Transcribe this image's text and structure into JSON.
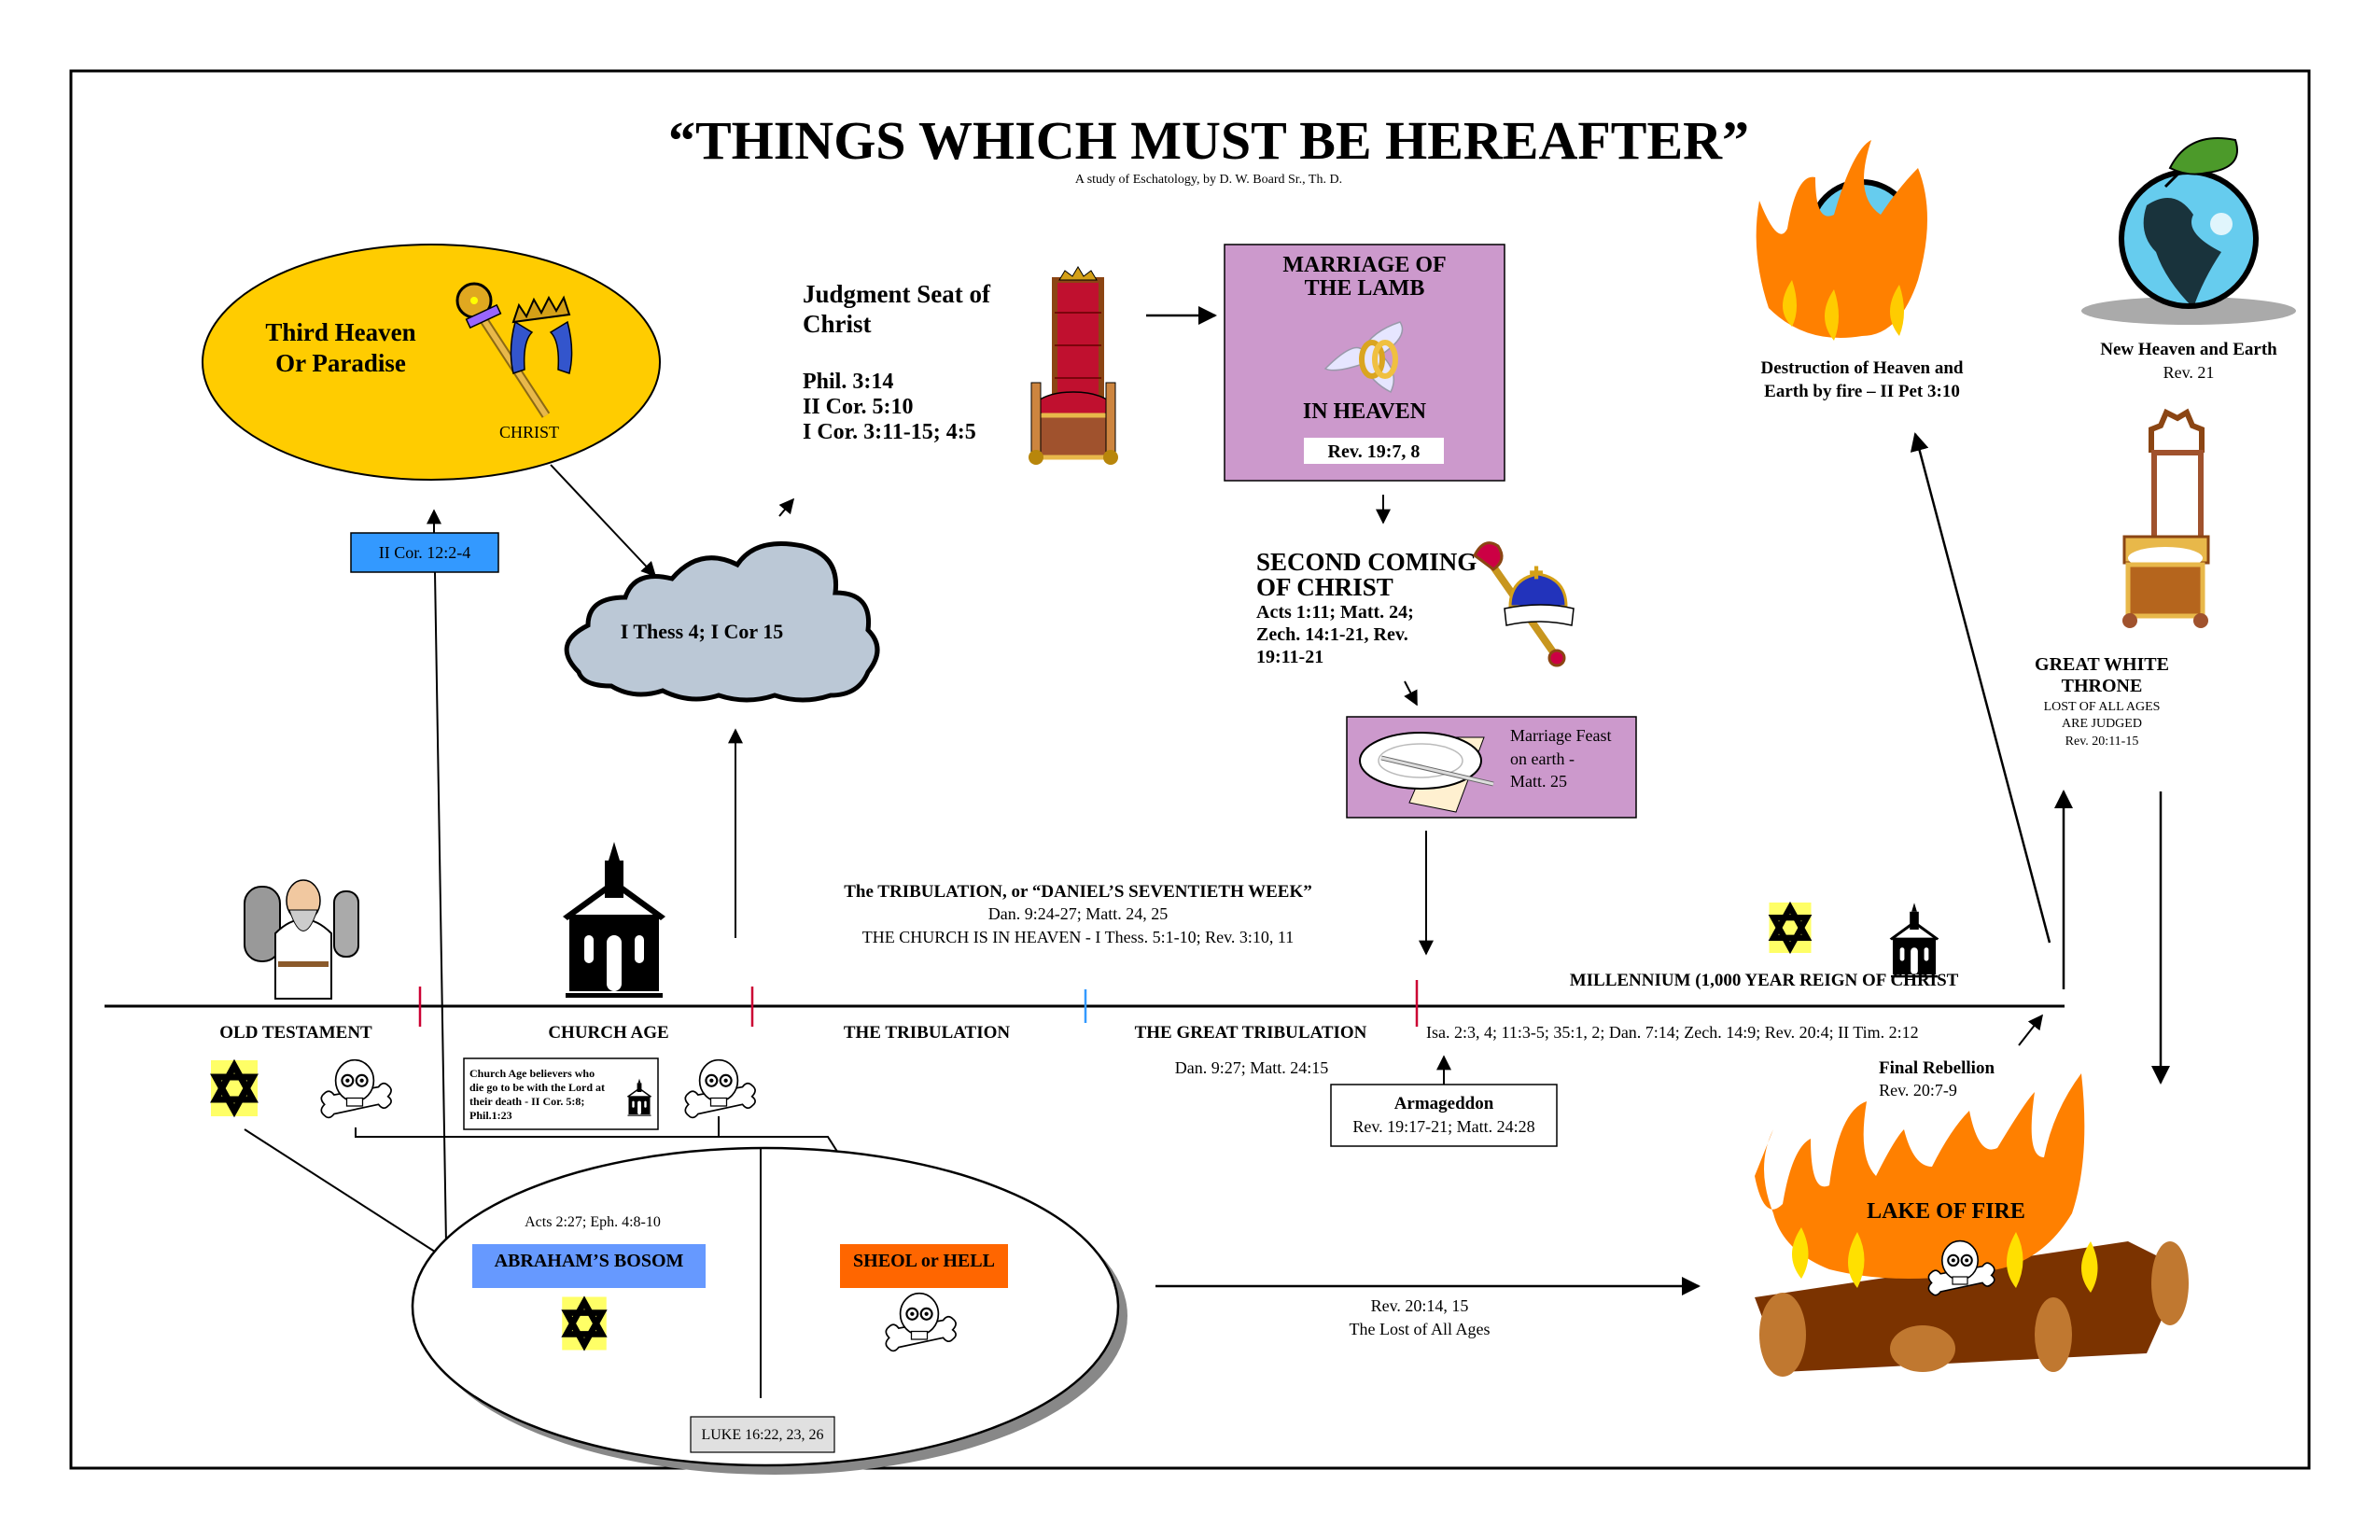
{
  "title": "“THINGS WHICH MUST BE HEREAFTER”",
  "subtitle": "A study of Eschatology, by D. W. Board Sr., Th. D.",
  "colors": {
    "paradise_fill": "#FFCC00",
    "ref_box_blue": "#3399FF",
    "marriage_purple": "#CC99CC",
    "abraham_blue": "#6699FF",
    "sheol_orange": "#FF6600",
    "tick_red": "#CC0033",
    "tick_blue": "#3399FF",
    "cloud_gray": "#BBC8D6",
    "star_yellow": "#FFFF66",
    "luke_box_gray": "#E0E0E0"
  },
  "paradise": {
    "line1": "Third Heaven",
    "line2": "Or Paradise",
    "icon_label": "CHRIST"
  },
  "paradise_ref": "II Cor. 12:2-4",
  "rapture_cloud": "I Thess 4; I Cor 15",
  "judgment_seat": {
    "line1": "Judgment Seat of",
    "line2": "Christ",
    "refs": [
      "Phil. 3:14",
      "II Cor. 5:10",
      "I Cor. 3:11-15; 4:5"
    ]
  },
  "marriage_lamb": {
    "line1": "MARRIAGE OF",
    "line2": "THE LAMB",
    "line3": "IN HEAVEN",
    "ref": "Rev. 19:7, 8"
  },
  "second_coming": {
    "line1": "SECOND COMING",
    "line2": "OF CHRIST",
    "refs": [
      "Acts 1:11; Matt. 24;",
      "Zech. 14:1-21, Rev.",
      "19:11-21"
    ]
  },
  "marriage_feast": {
    "lines": [
      "Marriage Feast",
      "on earth  -",
      "Matt. 25"
    ]
  },
  "destruction": {
    "line1": "Destruction of Heaven and",
    "line2": "Earth by fire – II Pet 3:10"
  },
  "new_heaven": {
    "line1": "New Heaven and Earth",
    "line2": "Rev. 21"
  },
  "great_white_throne": {
    "line1": "GREAT WHITE",
    "line2": "THRONE",
    "line3": "LOST OF ALL AGES",
    "line4": "ARE JUDGED",
    "line5": "Rev. 20:11-15"
  },
  "tribulation_note": {
    "line1": "The TRIBULATION, or “DANIEL’S SEVENTIETH WEEK”",
    "line2": "Dan. 9:24-27; Matt. 24, 25",
    "line3": "THE CHURCH IS IN HEAVEN - I Thess. 5:1-10; Rev. 3:10, 11"
  },
  "timeline": {
    "periods": [
      {
        "label": "OLD TESTAMENT"
      },
      {
        "label": "CHURCH AGE"
      },
      {
        "label": "THE TRIBULATION"
      },
      {
        "label": "THE GREAT TRIBULATION",
        "ref": "Dan. 9:27; Matt. 24:15"
      }
    ],
    "millennium_label": "MILLENNIUM (1,000 YEAR REIGN OF CHRIST",
    "millennium_refs": "Isa. 2:3, 4; 11:3-5; 35:1, 2; Dan. 7:14; Zech. 14:9; Rev. 20:4; II Tim. 2:12"
  },
  "church_age_note": {
    "lines": [
      "Church  Age  believers  who",
      "die go to be with the Lord at",
      "their  death  -  II  Cor.  5:8;",
      "Phil.1:23"
    ]
  },
  "armageddon": {
    "title": "Armageddon",
    "ref": "Rev. 19:17-21; Matt. 24:28"
  },
  "final_rebellion": {
    "title": "Final Rebellion",
    "ref": "Rev. 20:7-9"
  },
  "sheol": {
    "ref_top": "Acts 2:27; Eph. 4:8-10",
    "abraham_label": "ABRAHAM’S BOSOM",
    "sheol_label": "SHEOL or HELL",
    "luke_ref": "LUKE 16:22, 23, 26"
  },
  "lost_arrow": {
    "line1": "Rev. 20:14, 15",
    "line2": "The Lost of All Ages"
  },
  "lake_of_fire": "LAKE OF FIRE",
  "icons": [
    "scepter-icon",
    "crown-icon",
    "cloud-icon",
    "throne-icon",
    "wedding-rings-icon",
    "crown-scepter-icon",
    "plate-fork-icon",
    "burning-earth-icon",
    "globe-leaf-icon",
    "white-throne-icon",
    "moses-icon",
    "church-icon",
    "star-of-david-icon",
    "skull-crossbones-icon",
    "campfire-icon"
  ]
}
